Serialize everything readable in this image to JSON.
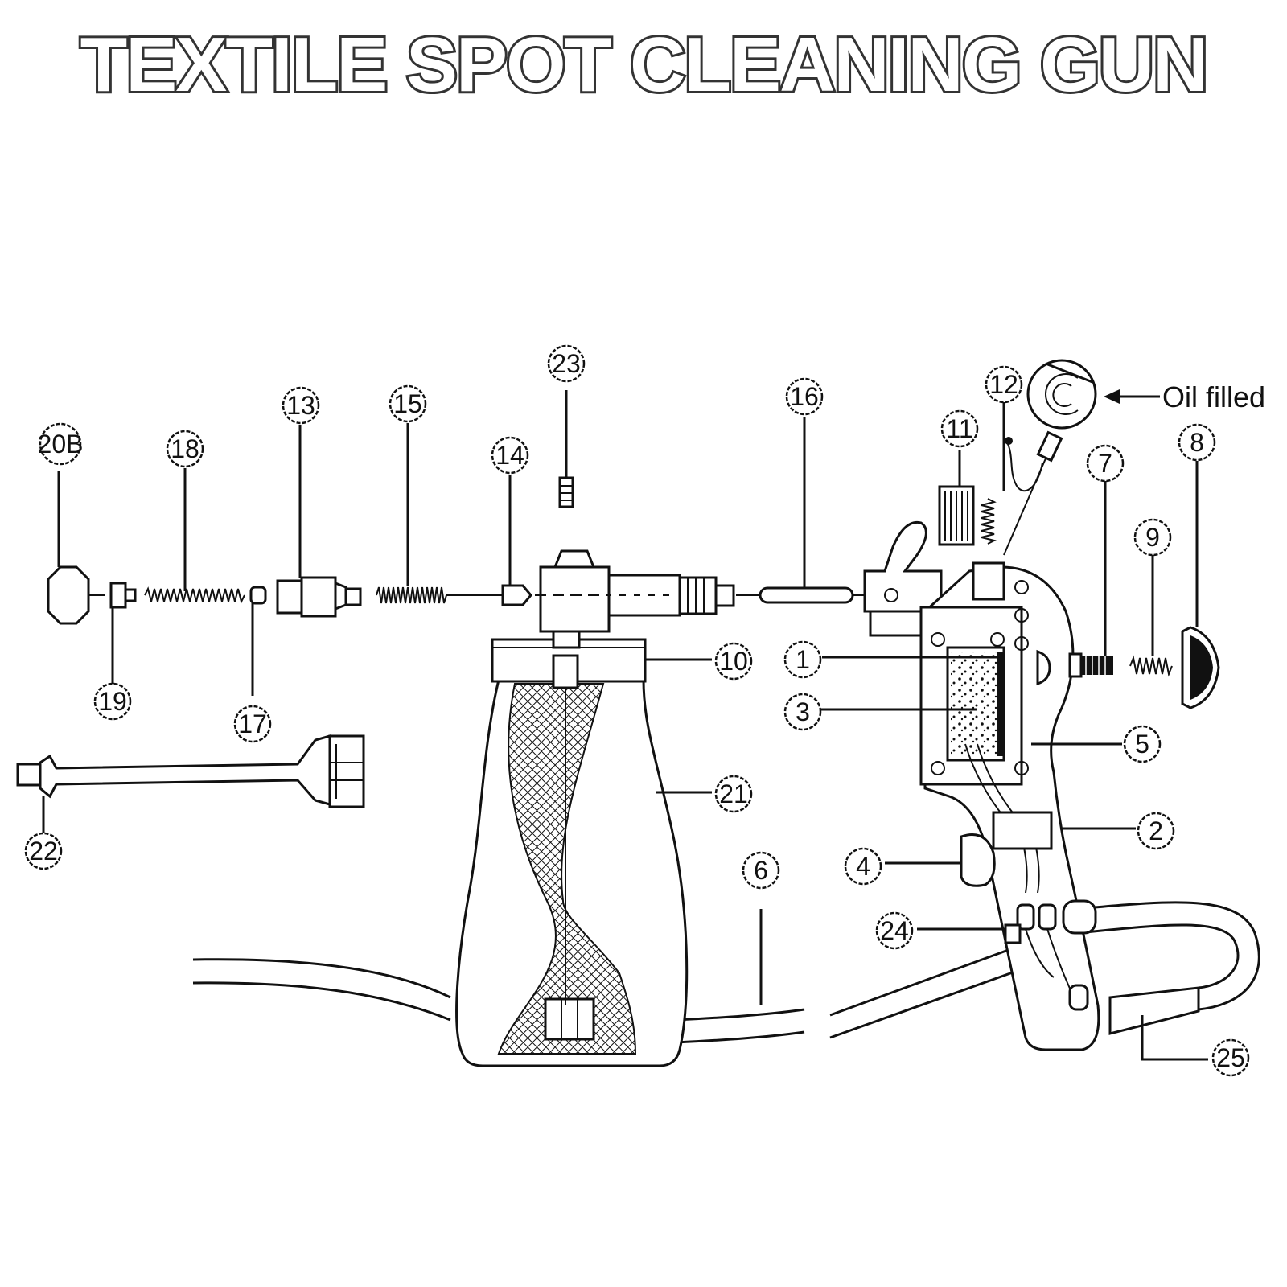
{
  "title": "TEXTILE SPOT CLEANING GUN",
  "annotation": "Oil filled",
  "callouts": [
    {
      "id": "c1",
      "label": "1"
    },
    {
      "id": "c2",
      "label": "2"
    },
    {
      "id": "c3",
      "label": "3"
    },
    {
      "id": "c4",
      "label": "4"
    },
    {
      "id": "c5",
      "label": "5"
    },
    {
      "id": "c6",
      "label": "6"
    },
    {
      "id": "c7",
      "label": "7"
    },
    {
      "id": "c8",
      "label": "8"
    },
    {
      "id": "c9",
      "label": "9"
    },
    {
      "id": "c10",
      "label": "10"
    },
    {
      "id": "c11",
      "label": "11"
    },
    {
      "id": "c12",
      "label": "12"
    },
    {
      "id": "c13",
      "label": "13"
    },
    {
      "id": "c14",
      "label": "14"
    },
    {
      "id": "c15",
      "label": "15"
    },
    {
      "id": "c16",
      "label": "16"
    },
    {
      "id": "c17",
      "label": "17"
    },
    {
      "id": "c18",
      "label": "18"
    },
    {
      "id": "c19",
      "label": "19"
    },
    {
      "id": "c20b",
      "label": "20B"
    },
    {
      "id": "c21",
      "label": "21"
    },
    {
      "id": "c22",
      "label": "22"
    },
    {
      "id": "c23",
      "label": "23"
    },
    {
      "id": "c24",
      "label": "24"
    },
    {
      "id": "c25",
      "label": "25"
    }
  ]
}
